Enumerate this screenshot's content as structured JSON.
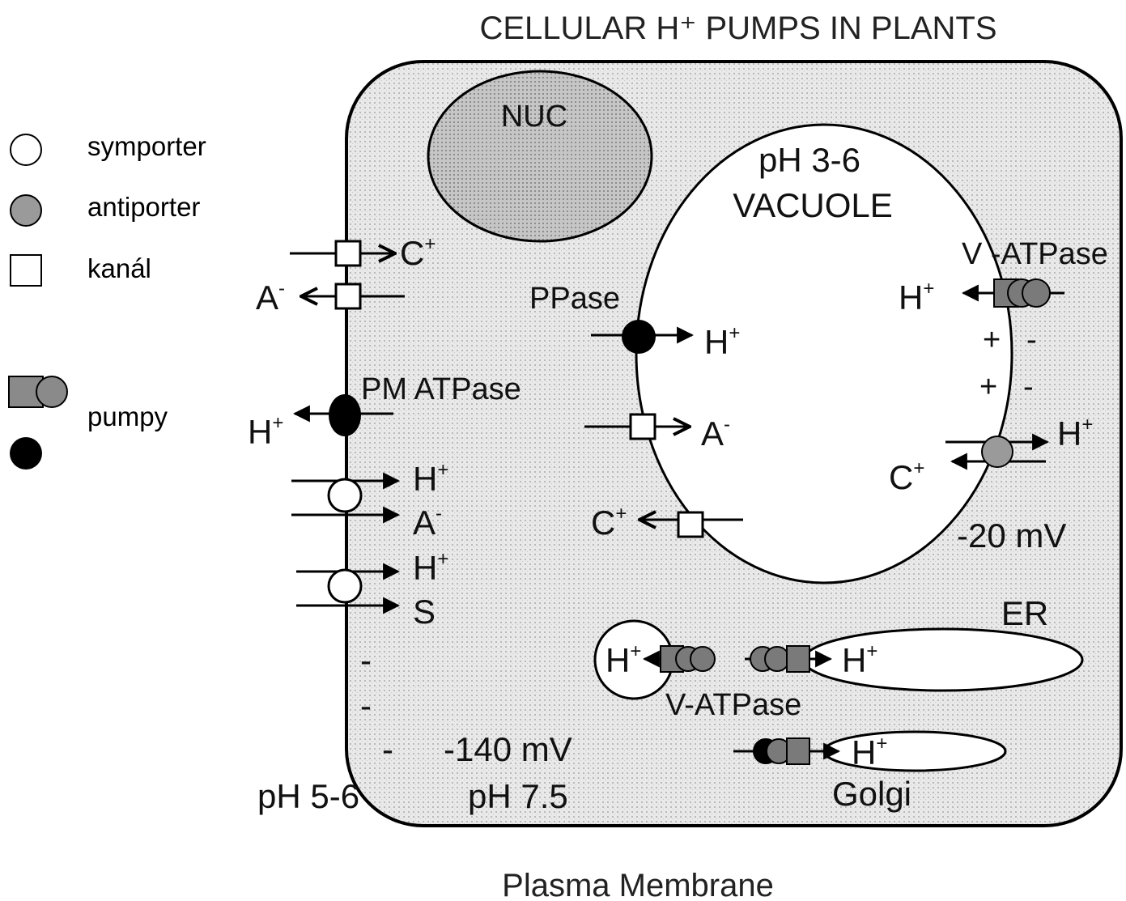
{
  "title": "CELLULAR H⁺ PUMPS IN PLANTS",
  "footer": "Plasma Membrane",
  "legend": {
    "symporter": "symporter",
    "antiporter": "antiporter",
    "channel": "kanál",
    "pumps": "pumpy"
  },
  "compartments": {
    "nucleus": "NUC",
    "vacuole_ph": "pH 3-6",
    "vacuole": "VACUOLE",
    "er": "ER",
    "golgi": "Golgi"
  },
  "pumps": {
    "v_atpase_vacuole": "V -ATPase",
    "ppase": "PPase",
    "pm_atpase": "PM ATPase",
    "v_atpase_vesicle": "V-ATPase"
  },
  "ions": {
    "h": "H",
    "plus": "+",
    "minus": "-",
    "c": "C",
    "a": "A",
    "s": "S"
  },
  "values": {
    "vacuole_potential": "-20 mV",
    "cytosol_potential": "-140 mV",
    "cytosol_ph": "pH 7.5",
    "outside_ph": "pH 5-6"
  },
  "colors": {
    "cell_fill": "#e6e6e6",
    "nucleus_fill": "#c4c4c4",
    "antiporter": "#9a9a9a",
    "pump_black": "#000000",
    "pump_dark": "#777777"
  }
}
